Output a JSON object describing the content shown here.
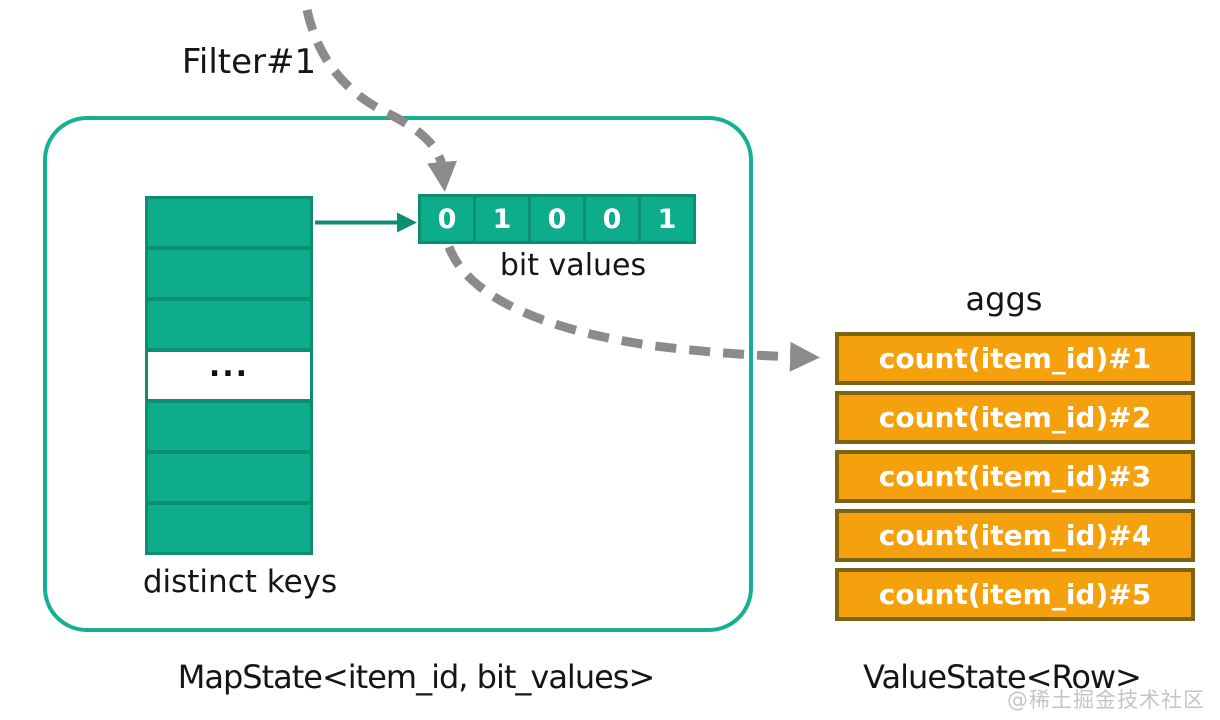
{
  "diagram": {
    "filter_label": "Filter#1",
    "map_state": {
      "caption": "MapState<item_id, bit_values>",
      "keys_label": "distinct keys",
      "ellipsis": "...",
      "key_row_count": 7
    },
    "bit_array": {
      "label": "bit values",
      "values": [
        "0",
        "1",
        "0",
        "0",
        "1"
      ]
    },
    "value_state": {
      "title": "aggs",
      "caption": "ValueState<Row>",
      "rows": [
        "count(item_id)#1",
        "count(item_id)#2",
        "count(item_id)#3",
        "count(item_id)#4",
        "count(item_id)#5"
      ]
    },
    "watermark": "@稀土掘金技术社区",
    "colors": {
      "teal_fill": "#0DAD8B",
      "teal_border": "#0B8E72",
      "container_border": "#15B093",
      "orange_fill": "#F5A00D",
      "orange_border": "#7C6413",
      "arrow_gray": "#8B8B8B",
      "text": "#151515",
      "watermark_gray": "#C5C5C5"
    }
  }
}
